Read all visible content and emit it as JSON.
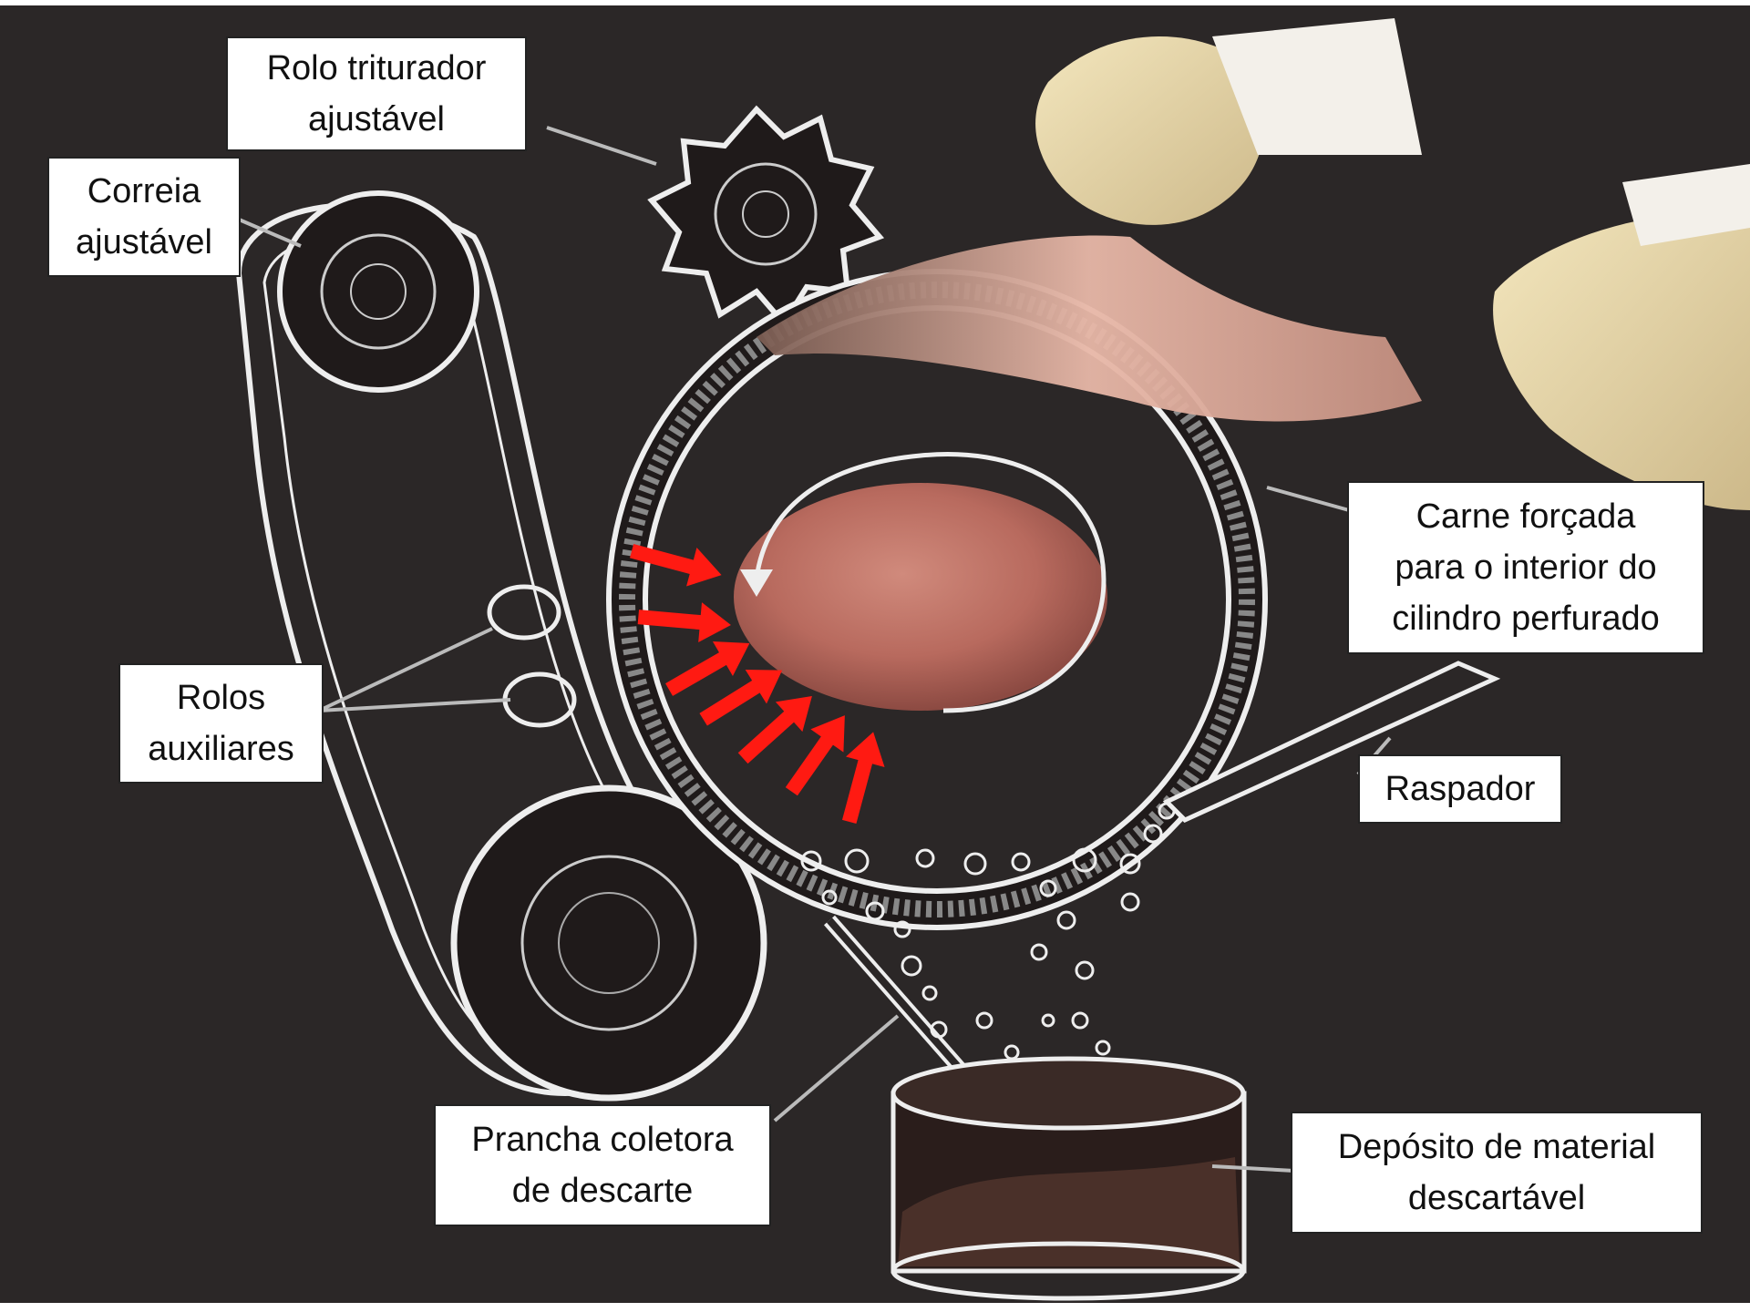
{
  "labels": {
    "rolo_triturador": {
      "line1": "Rolo triturador",
      "line2": "ajustável"
    },
    "correia": {
      "line1": "Correia",
      "line2": "ajustável"
    },
    "rolos_auxiliares": {
      "line1": "Rolos",
      "line2": "auxiliares"
    },
    "carne_forcada": {
      "line1": "Carne forçada",
      "line2": "para o interior do",
      "line3": "cilindro perfurado"
    },
    "raspador": {
      "line1": "Raspador"
    },
    "prancha": {
      "line1": "Prancha coletora",
      "line2": "de descarte"
    },
    "deposito": {
      "line1": "Depósito de material",
      "line2": "descartável"
    }
  },
  "colors": {
    "background": "#2b2727",
    "line": "#eeeeee",
    "arrow": "#ff1a12",
    "meat": "#b86a5e",
    "glove": "#e9d9a8"
  },
  "icons": [
    "gear-icon",
    "belt-icon",
    "cylinder-icon",
    "arrow-icon",
    "hand-icon",
    "bucket-icon"
  ]
}
